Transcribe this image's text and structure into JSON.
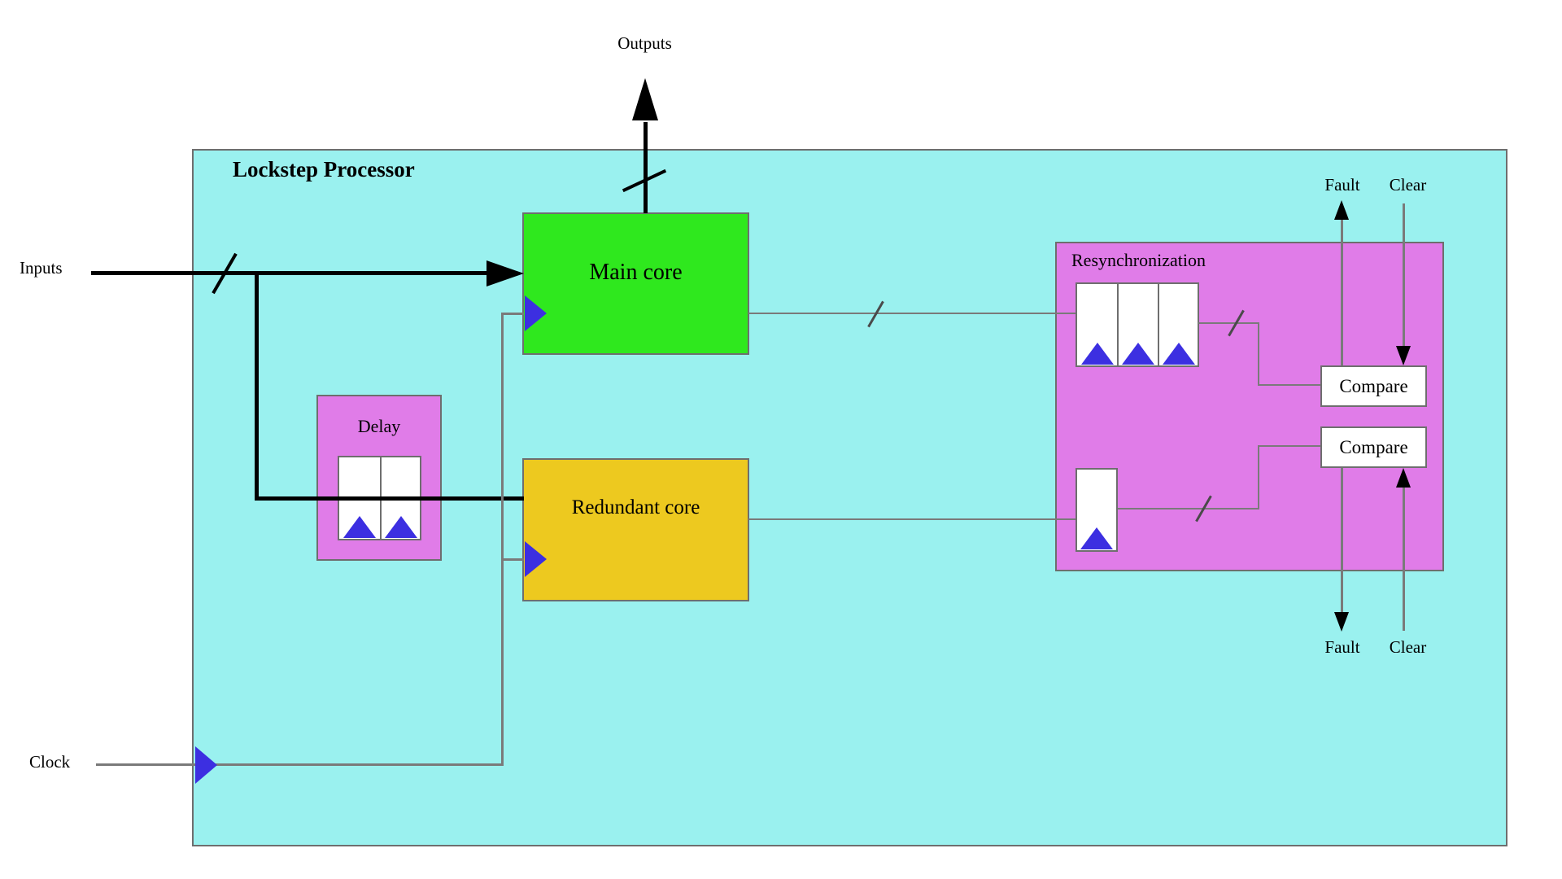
{
  "diagram": {
    "type": "block-diagram",
    "title": "Lockstep Processor",
    "labels": {
      "inputs": "Inputs",
      "outputs": "Outputs",
      "clock": "Clock",
      "fault_top": "Fault",
      "clear_top": "Clear",
      "fault_bottom": "Fault",
      "clear_bottom": "Clear"
    },
    "blocks": {
      "main_core": {
        "label": "Main core",
        "color": "#2FE81E"
      },
      "redundant_core": {
        "label": "Redundant core",
        "color": "#EDC91F"
      },
      "delay": {
        "label": "Delay",
        "color": "#E07CE8"
      },
      "resynchronization": {
        "label": "Resynchronization",
        "color": "#E07CE8"
      },
      "compare_top": {
        "label": "Compare"
      },
      "compare_bottom": {
        "label": "Compare"
      }
    },
    "colors": {
      "background": "#FFFFFF",
      "processor_fill": "#9AF1EF",
      "block_violet": "#E07CE8",
      "core_green": "#2FE81E",
      "core_gold": "#EDC91F",
      "clock_triangle_blue": "#3C2FE1",
      "wire_gray": "#7A7A7A",
      "border_gray": "#6E6E6E",
      "wire_black": "#000000"
    }
  }
}
